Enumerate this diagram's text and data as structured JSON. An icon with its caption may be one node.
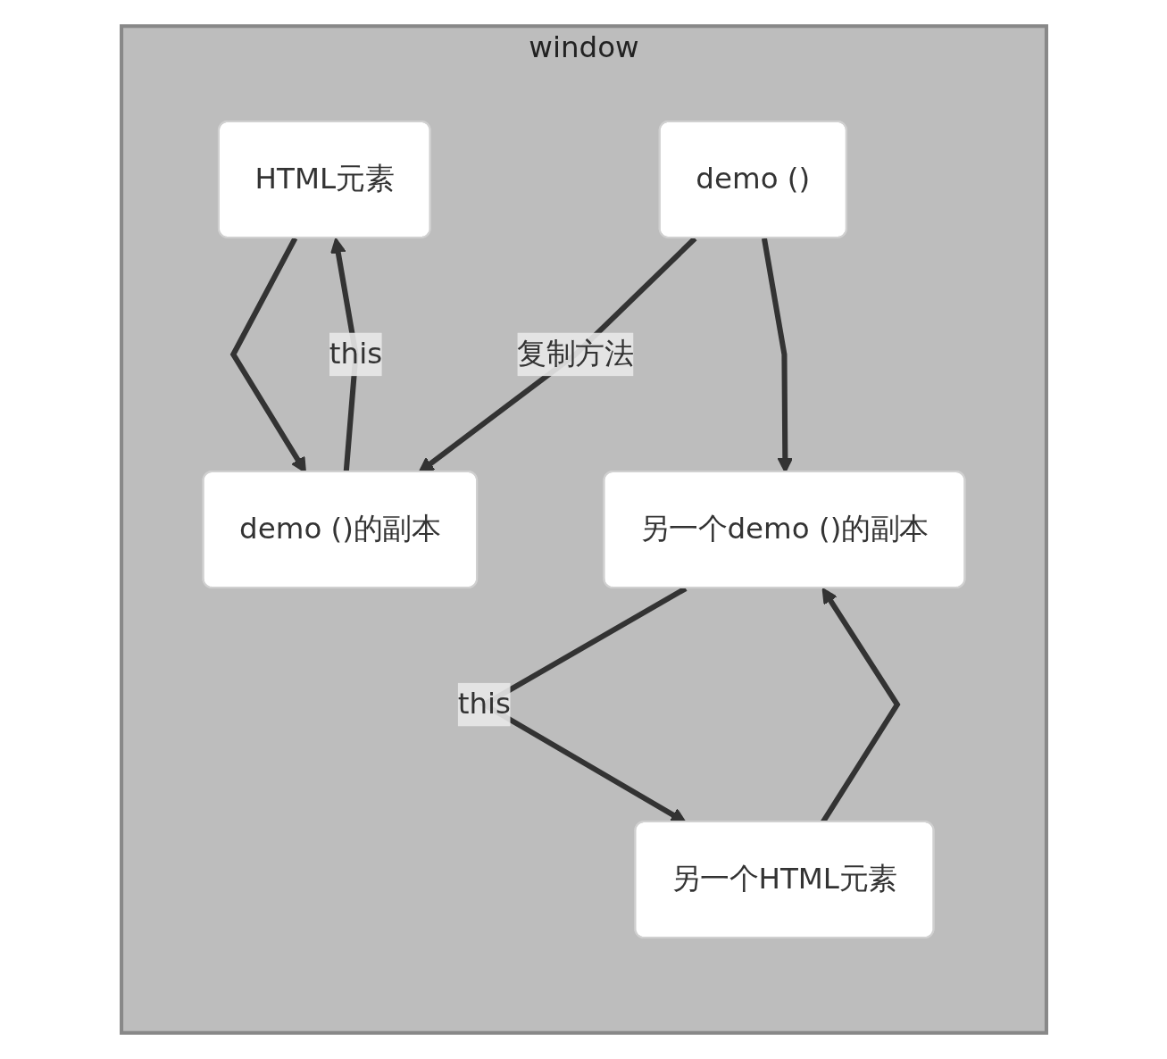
{
  "diagram": {
    "nodes": [
      {
        "text": [
          "window"
        ]
      },
      {
        "text": [
          "HTML元素"
        ],
        "in": 0
      },
      {
        "text": [
          "demo ()"
        ],
        "in": 0
      },
      {
        "text": [
          "demo ()的副本"
        ],
        "in": 0
      },
      {
        "text": [
          "另一个HTML元素"
        ],
        "in": 0
      },
      {
        "text": [
          "另一个demo ()的副本"
        ],
        "in": 0
      }
    ],
    "edges": [
      {
        "from": 1,
        "to": 3,
        "arrow": "to"
      },
      {
        "from": 3,
        "to": 1,
        "arrow": "to",
        "label": "this"
      },
      {
        "from": 2,
        "to": 3,
        "arrow": "to",
        "label": "复制方法"
      },
      {
        "from": 4,
        "to": 5,
        "arrow": "to"
      },
      {
        "from": 5,
        "to": 4,
        "arrow": "to",
        "label": "this"
      },
      {
        "from": 2,
        "to": 5,
        "arrow": "to"
      }
    ]
  }
}
